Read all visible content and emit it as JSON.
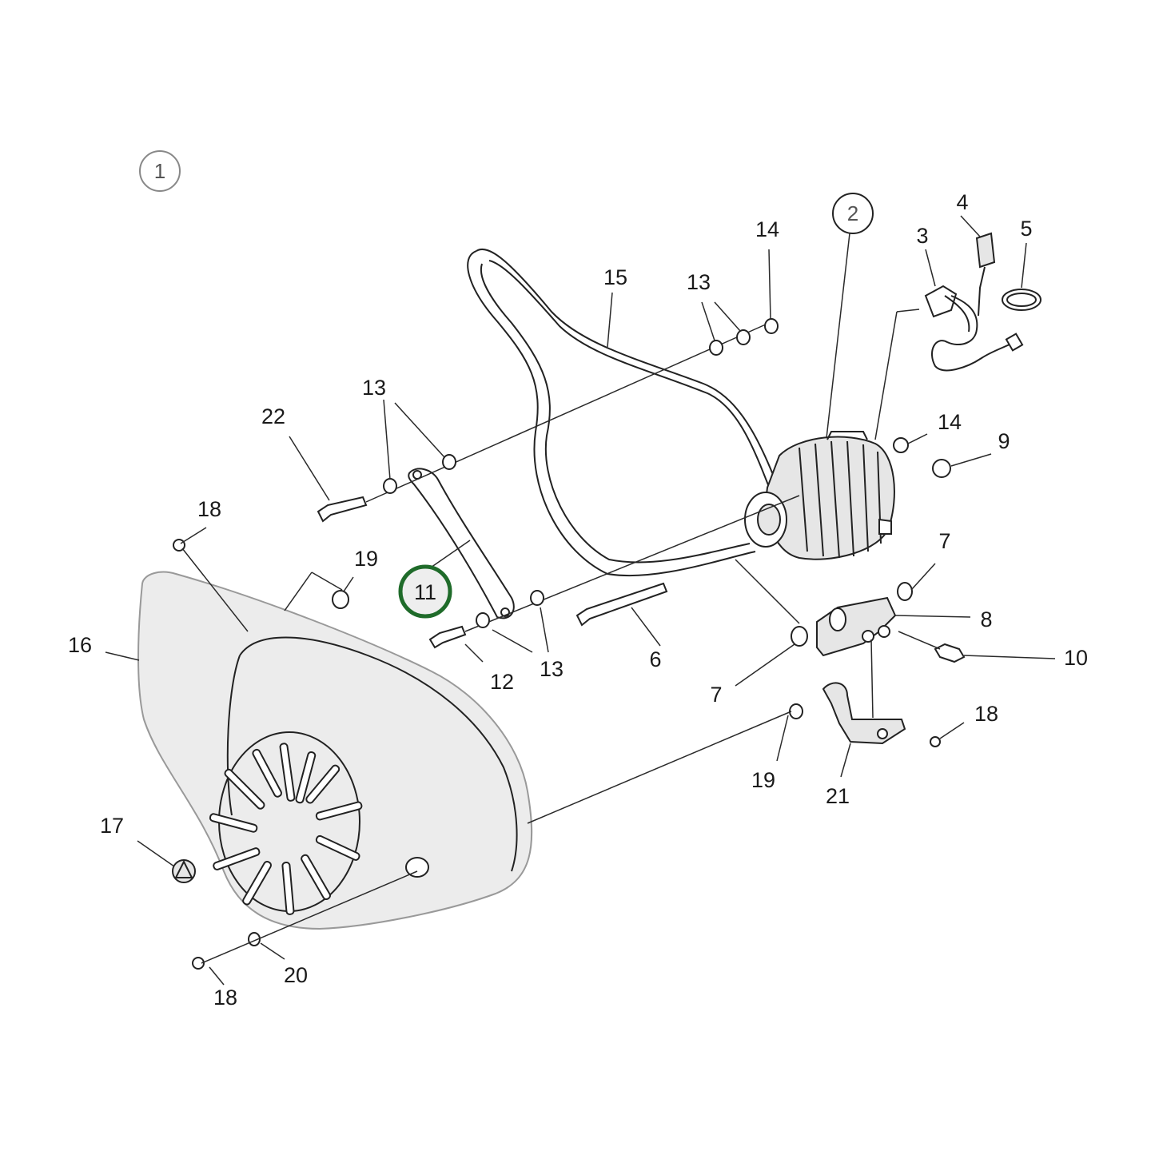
{
  "diagram": {
    "highlight_color": "#1f6b2a",
    "circled_callouts": [
      {
        "id": "c1",
        "text": "1"
      },
      {
        "id": "c2",
        "text": "2"
      }
    ],
    "highlighted_part": {
      "text": "11"
    },
    "labels": {
      "l3": "3",
      "l4": "4",
      "l5": "5",
      "l6": "6",
      "l7a": "7",
      "l7b": "7",
      "l8": "8",
      "l9": "9",
      "l10": "10",
      "l12": "12",
      "l13a": "13",
      "l13b": "13",
      "l13c": "13",
      "l14a": "14",
      "l14b": "14",
      "l15": "15",
      "l16": "16",
      "l17": "17",
      "l18a": "18",
      "l18b": "18",
      "l18c": "18",
      "l19a": "19",
      "l19b": "19",
      "l20": "20",
      "l21": "21",
      "l22": "22"
    }
  }
}
